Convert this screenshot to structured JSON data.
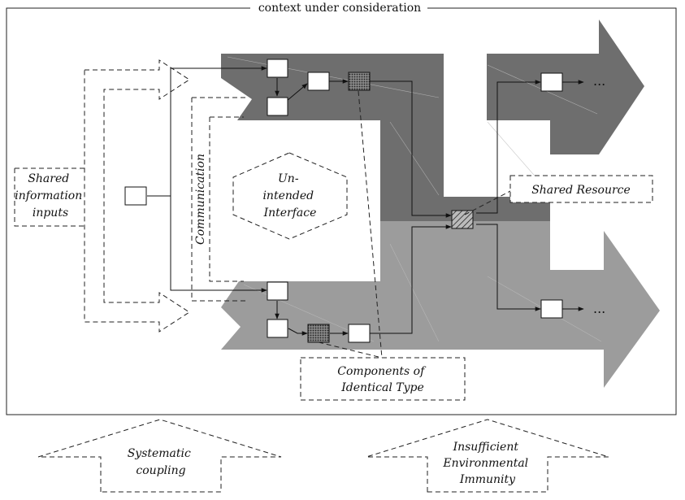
{
  "frame": {
    "title": "context under consideration"
  },
  "labels": {
    "shared_inputs": [
      "Shared",
      "information",
      "inputs"
    ],
    "communication": "Communication",
    "unintended": [
      "Un-",
      "intended",
      "Interface"
    ],
    "shared_resource": "Shared Resource",
    "components": [
      "Components of",
      "Identical Type"
    ],
    "systematic": [
      "Systematic",
      "coupling"
    ],
    "immunity": [
      "Insufficient",
      "Environmental",
      "Immunity"
    ],
    "ellipsis": "..."
  },
  "colors": {
    "upper_channel": "#6e6e6e",
    "lower_channel": "#9c9c9c",
    "line": "#111111",
    "background": "#ffffff"
  }
}
